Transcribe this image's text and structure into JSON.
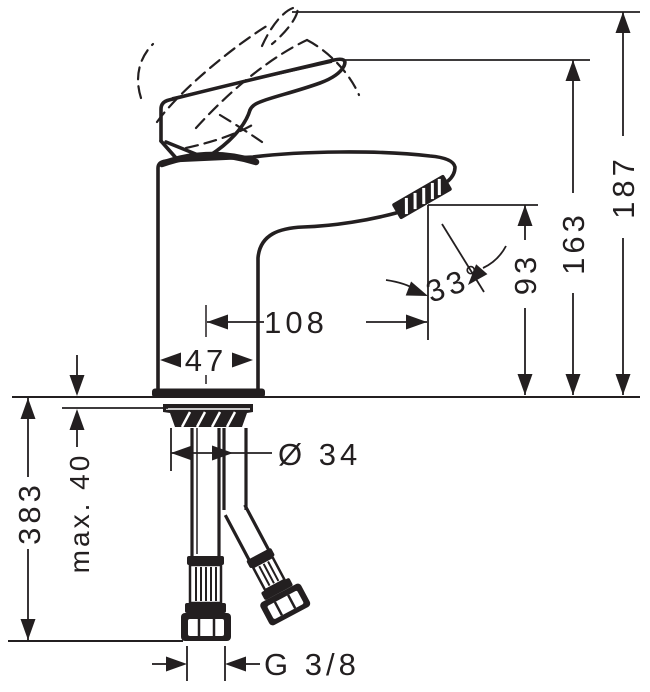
{
  "drawing": {
    "colors": {
      "ink": "#231f20",
      "paper": "#ffffff"
    },
    "labels": {
      "total_height": "187",
      "handle_top_height": "163",
      "outlet_height": "93",
      "outlet_angle": "33°",
      "spout_reach": "108",
      "body_width": "47",
      "shaft_diameter": "Ø 34",
      "max_counter_thickness": "max. 40",
      "hose_length": "383",
      "thread_size": "G 3/8"
    }
  }
}
